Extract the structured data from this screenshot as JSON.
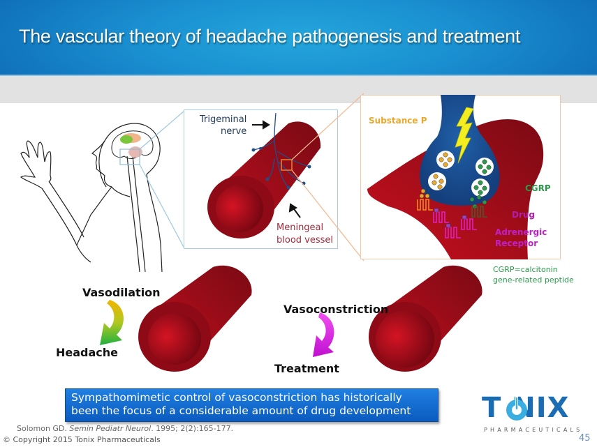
{
  "slide": {
    "title": "The vascular theory of headache pathogenesis and treatment",
    "page_number": "45"
  },
  "anatomy": {
    "trigeminal_label_line1": "Trigeminal",
    "trigeminal_label_line2": "nerve",
    "meningeal_label_line1": "Meningeal",
    "meningeal_label_line2": "blood vessel"
  },
  "synapse": {
    "substance_p": "Substance P",
    "cgrp": "CGRP",
    "drug": "Drug",
    "adrenergic_line1": "Adrenergic",
    "adrenergic_line2": "Receptor",
    "colors": {
      "substance_p": "#e8a830",
      "cgrp": "#2a9a4a",
      "drug": "#b01fb0",
      "adrenergic": "#c020c8"
    }
  },
  "definition": {
    "line1": "CGRP=calcitonin",
    "line2": "gene-related peptide"
  },
  "process": {
    "vasodilation": "Vasodilation",
    "headache": "Headache",
    "vasoconstriction": "Vasoconstriction",
    "treatment": "Treatment"
  },
  "callout": {
    "line1": "Sympathomimetic control of vasoconstriction has historically",
    "line2": "been the focus of a considerable amount of drug development"
  },
  "footer": {
    "citation_author": "Solomon GD. ",
    "citation_journal": "Semin Pediatr Neurol",
    "citation_rest": ". 1995; 2(2):165-177.",
    "copyright": "© Copyright 2015 Tonix Pharmaceuticals"
  },
  "logo": {
    "name": "T NIX",
    "tagline": "PHARMACEUTICALS"
  }
}
